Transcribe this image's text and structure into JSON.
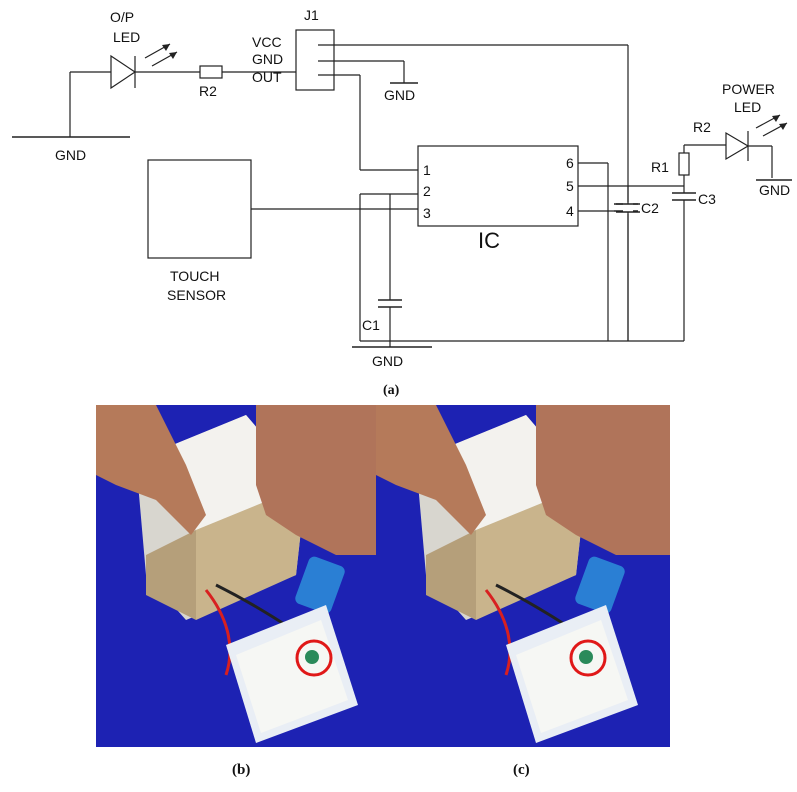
{
  "schematic": {
    "op_led_label_1": "O/P",
    "op_led_label_2": "LED",
    "r2_left": "R2",
    "gnd_left": "GND",
    "j1": "J1",
    "vcc": "VCC",
    "gnd_pin": "GND",
    "out": "OUT",
    "gnd_j1": "GND",
    "ic": "IC",
    "pin1": "1",
    "pin2": "2",
    "pin3": "3",
    "pin4": "4",
    "pin5": "5",
    "pin6": "6",
    "touch_1": "TOUCH",
    "touch_2": "SENSOR",
    "c1": "C1",
    "gnd_bottom": "GND",
    "c2": "C2",
    "c3": "C3",
    "r1": "R1",
    "r2_right": "R2",
    "power_1": "POWER",
    "power_2": "LED",
    "gnd_right": "GND"
  },
  "captions": {
    "a": "(a)",
    "b": "(b)",
    "c": "(c)"
  },
  "colors": {
    "photo_background": "#1d22b3",
    "highlight_circle": "#e01818",
    "wire_red": "#d82020",
    "battery_blue": "#2a7fd4"
  }
}
